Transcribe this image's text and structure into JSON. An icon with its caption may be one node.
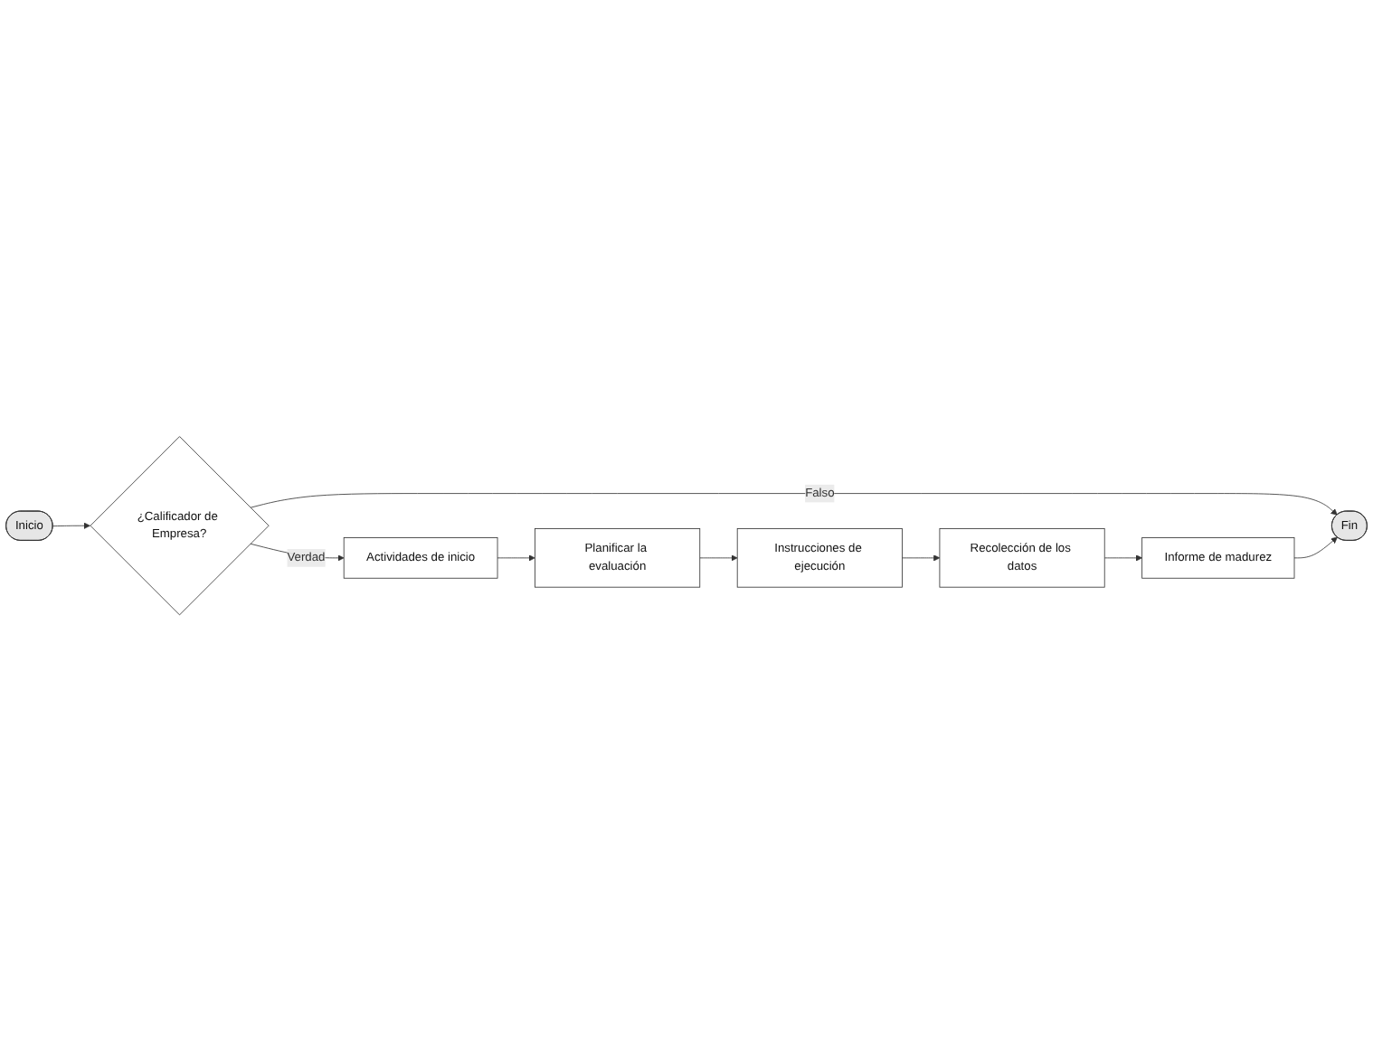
{
  "diagram": {
    "nodes": [
      {
        "text": [
          "Inicio"
        ]
      },
      {
        "text": [
          "¿Calificador de Empresa?"
        ]
      },
      {
        "text": [
          "Actividades de inicio"
        ]
      },
      {
        "text": [
          "Planificar la evaluación"
        ]
      },
      {
        "text": [
          "Instrucciones de ejecución"
        ]
      },
      {
        "text": [
          "Recolección de los datos"
        ]
      },
      {
        "text": [
          "Informe de madurez"
        ]
      },
      {
        "text": [
          "Fin"
        ]
      }
    ],
    "edges": [
      {
        "from": 0,
        "to": 1,
        "arrow": "to"
      },
      {
        "from": 1,
        "to": 2,
        "arrow": "to",
        "label": "Verdad"
      },
      {
        "from": 1,
        "to": 7,
        "arrow": "to",
        "label": "Falso"
      },
      {
        "from": 2,
        "to": 3,
        "arrow": "to"
      },
      {
        "from": 3,
        "to": 4,
        "arrow": "to"
      },
      {
        "from": 4,
        "to": 5,
        "arrow": "to"
      },
      {
        "from": 5,
        "to": 6,
        "arrow": "to"
      },
      {
        "from": 6,
        "to": 7,
        "arrow": "to"
      }
    ]
  }
}
